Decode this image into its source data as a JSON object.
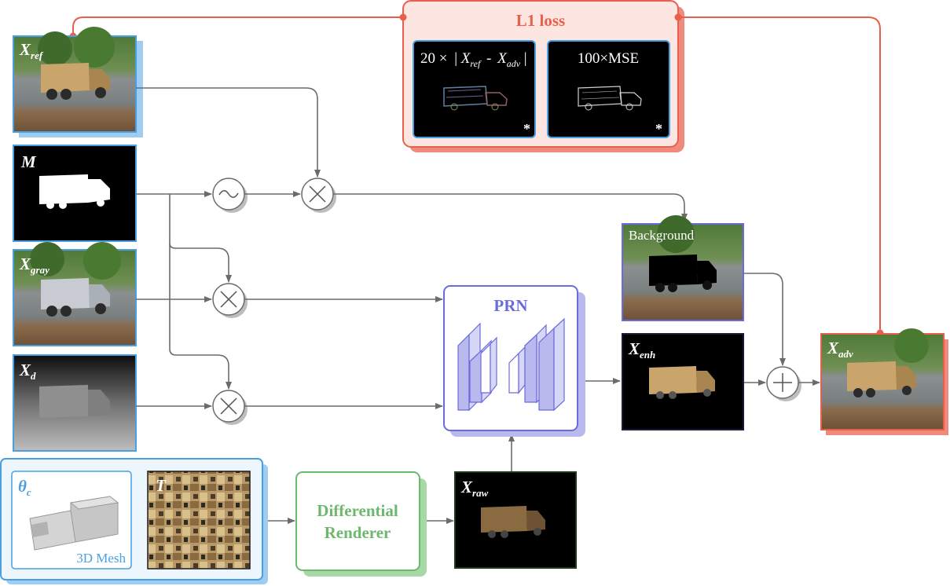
{
  "loss": {
    "title": "L1 loss",
    "panel1": {
      "prefix": "20 ×",
      "term1": "X",
      "sub1": "ref",
      "minus": "-",
      "term2": "X",
      "sub2": "adv",
      "asterisk": "*"
    },
    "panel2": {
      "label": "100×MSE",
      "asterisk": "*"
    }
  },
  "inputs": {
    "x_ref": {
      "base": "X",
      "sub": "ref"
    },
    "mask": {
      "base": "M"
    },
    "x_gray": {
      "base": "X",
      "sub": "gray"
    },
    "x_d": {
      "base": "X",
      "sub": "d"
    }
  },
  "ops": {
    "smooth": "~",
    "multiply": "×",
    "add": "+"
  },
  "prn": {
    "title": "PRN"
  },
  "background": {
    "label": "Background"
  },
  "x_enh": {
    "base": "X",
    "sub": "enh"
  },
  "x_adv": {
    "base": "X",
    "sub": "adv"
  },
  "mesh_group": {
    "theta": "θ",
    "theta_sub": "c",
    "mesh_label": "3D Mesh",
    "texture": "T"
  },
  "renderer": {
    "line1": "Differential",
    "line2": "Renderer"
  },
  "x_raw": {
    "base": "X",
    "sub": "raw"
  },
  "colors": {
    "loss_red": "#e8604c",
    "input_blue": "#4a9fe0",
    "prn_purple": "#6b6bdc",
    "renderer_green": "#6db86d",
    "arrow_gray": "#6b6b6b"
  }
}
